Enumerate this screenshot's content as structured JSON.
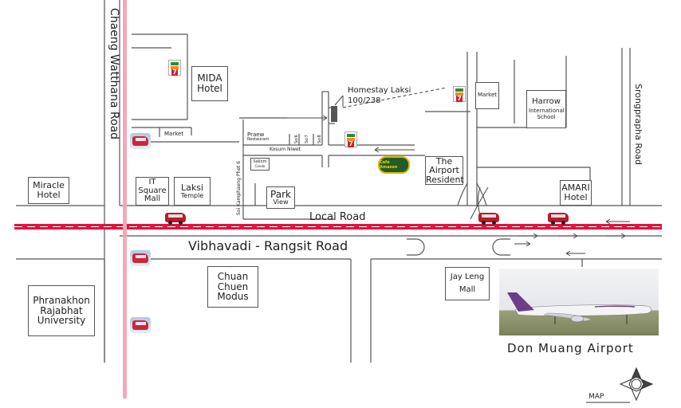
{
  "roads": {
    "chaeng_watthana": "Chaeng Watthana Road",
    "vibhavadi": "Vibhavadi - Rangsit Road",
    "local": "Local Road",
    "srongprapha": "Srongprapha Road",
    "kosum_niwet": "Kosum Niwet",
    "kamphaeng_phet": "Soi Kamphaeng Phet 6",
    "soi_a": "Soi6",
    "soi_b": "Soi7",
    "soi_c": "Soi8"
  },
  "places": {
    "mida_hotel": "MIDA Hotel",
    "miracle_hotel": "Miracle Hotel",
    "it_square": "IT Square Mall",
    "laksi_temple": "Laksi",
    "laksi_temple_sub": "Temple",
    "park": "Park",
    "park_sub": "View",
    "praew": "Praew",
    "praew_sub": "Restaurant",
    "sailom": "Sailom",
    "sailom_sub": "Condo",
    "homestay": "Homestay Laksi",
    "homestay_no": "100/238",
    "airport_resident": "The Airport Resident",
    "market_left": "Market",
    "market_right": "Market",
    "harrow": "Harrow",
    "harrow_sub": "International School",
    "amari": "AMARI Hotel",
    "chuan_chuen": "Chuan Chuen Modus",
    "jay_leng": "Jay Leng",
    "jay_leng_sub": "Mall",
    "phranakhon": "Phranakhon Rajabhat University",
    "don_muang": "Don Muang Airport",
    "amazon_logo": "Café Amazon"
  },
  "seven_eleven": "7",
  "map_label": "MAP",
  "colors": {
    "bts_line": "#f4a8b8",
    "local_line": "#e0143c",
    "road": "#555555"
  }
}
